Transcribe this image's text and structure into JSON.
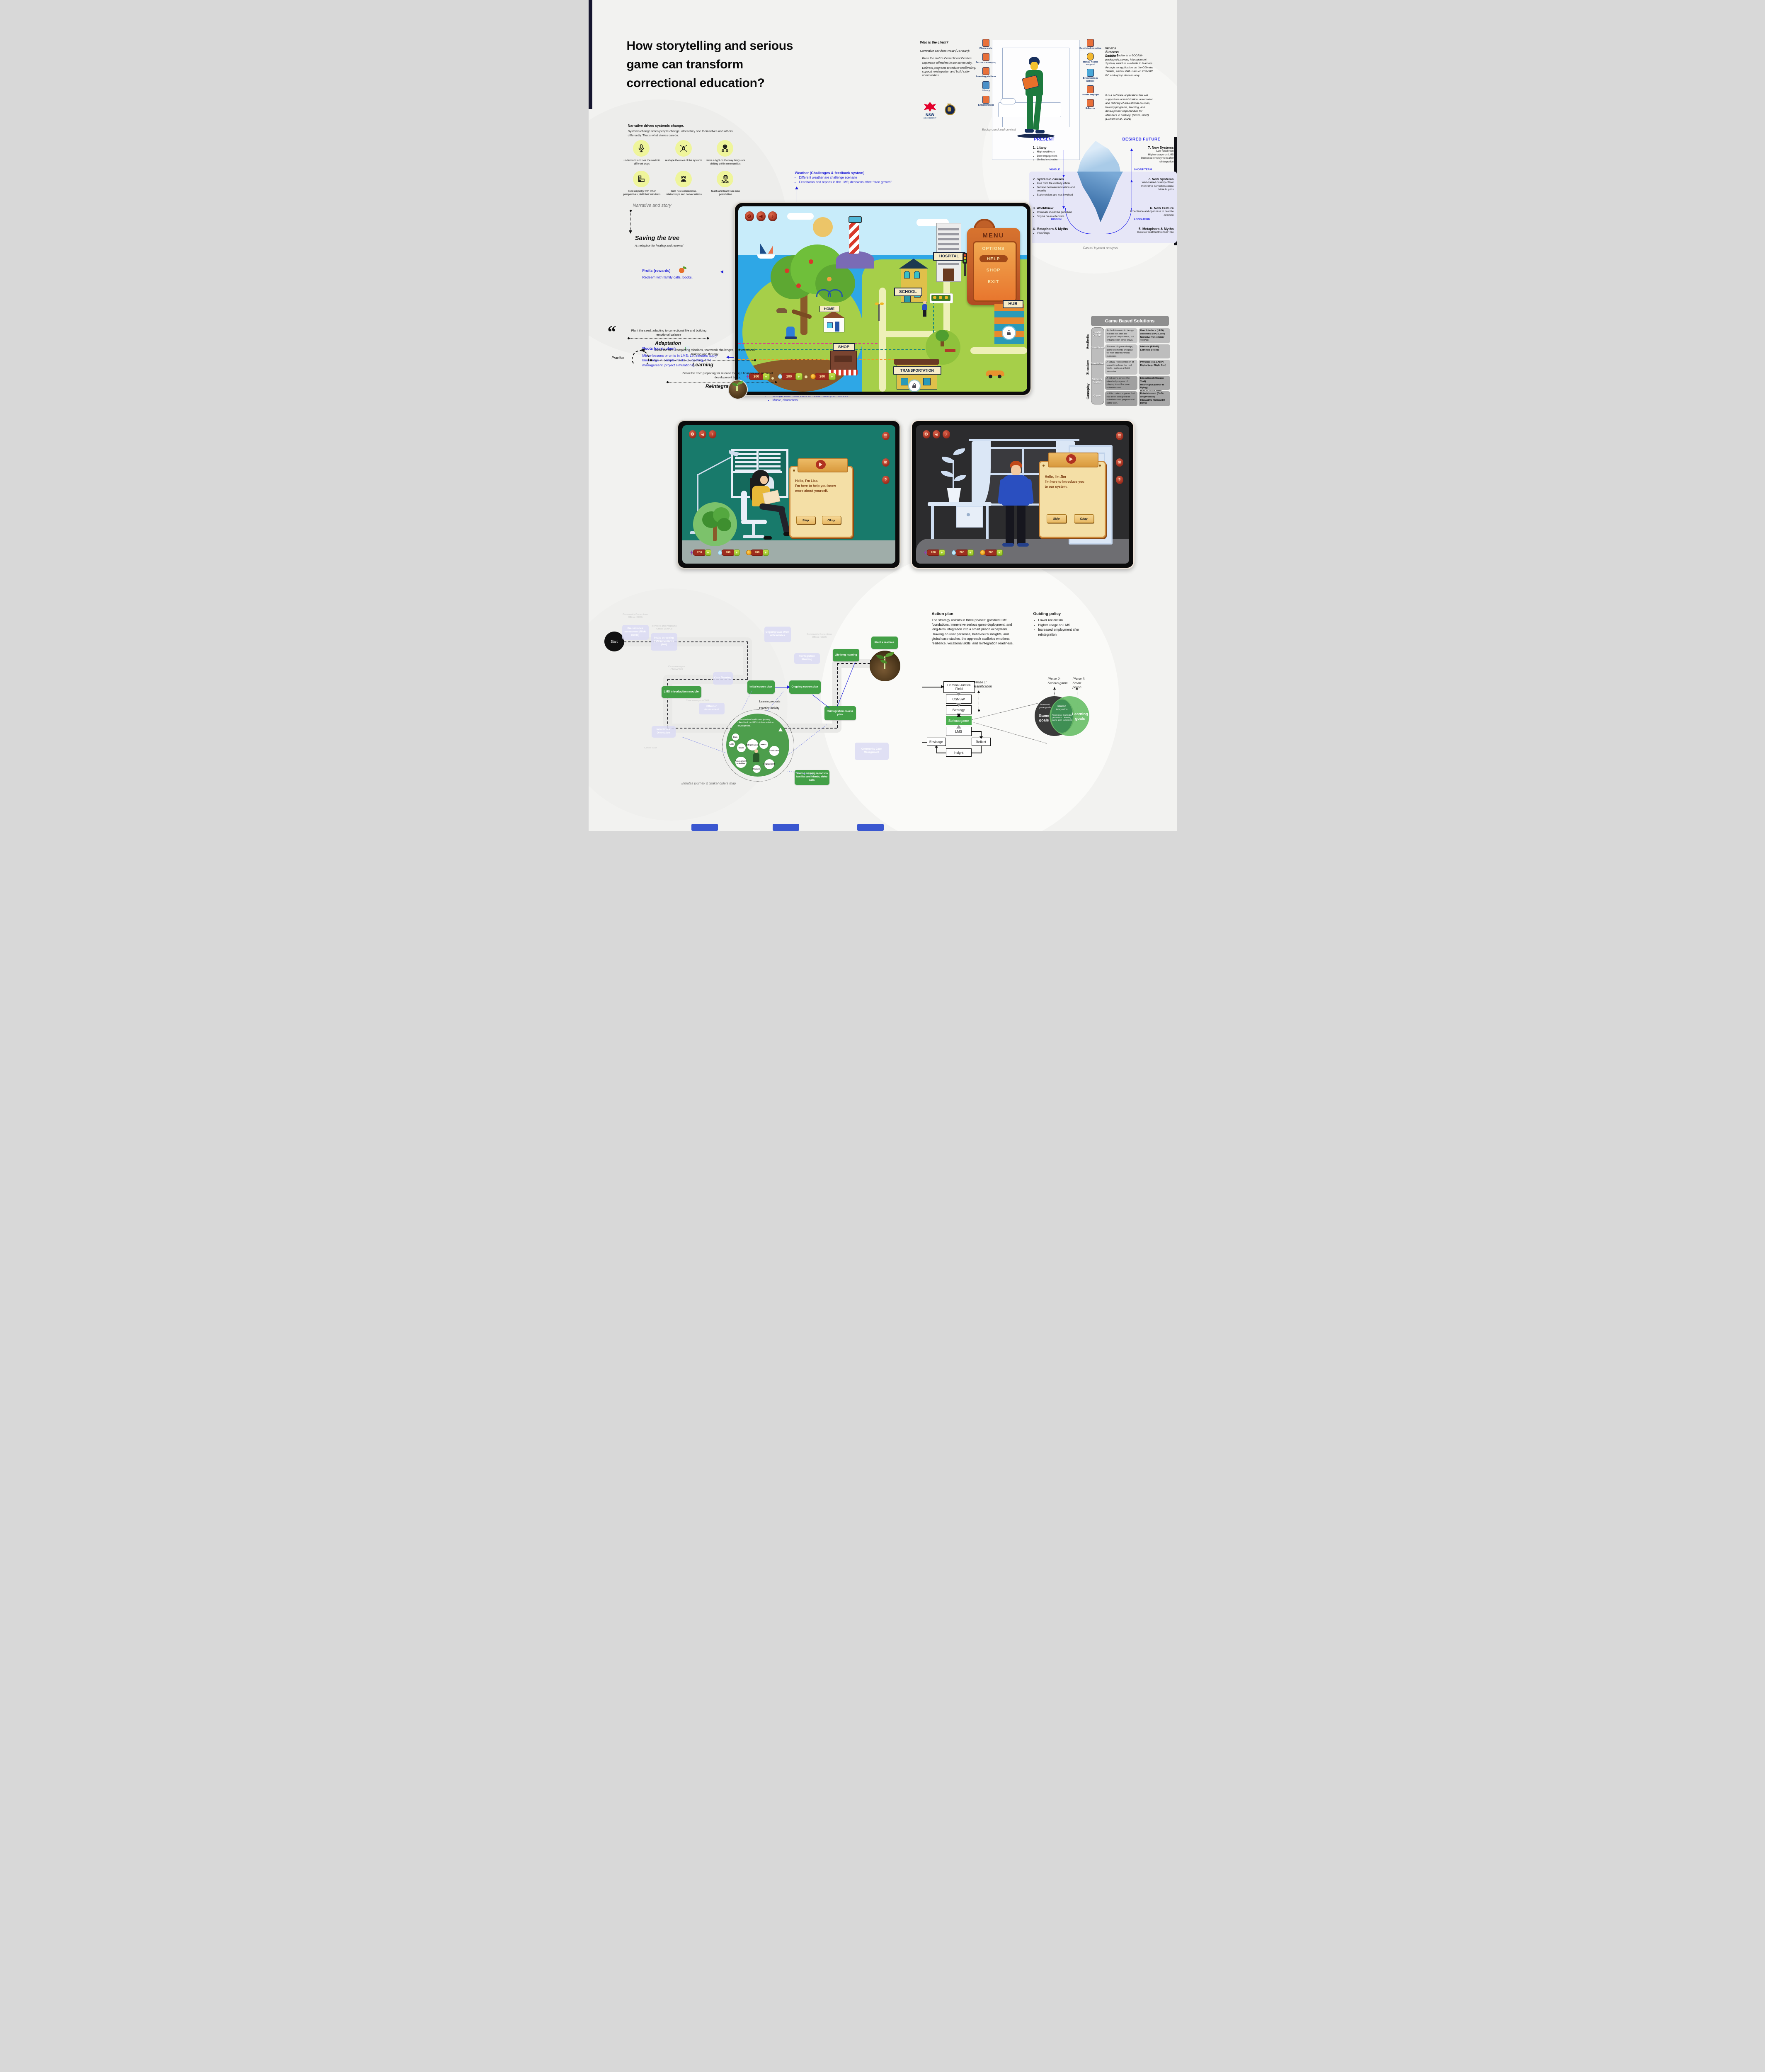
{
  "poster": {
    "title": "How storytelling and serious game can transform correctional education?"
  },
  "client": {
    "who_title": "Who is the client?",
    "org": "Corrective Services NSW (CSNSW):",
    "bullets": [
      "Runs the state's Correctional Centres.",
      "Supervise offenders in the community.",
      "Delivers programs to reduce reoffending, support reintegration and build safer communities."
    ],
    "left_services": [
      "Phone calls",
      "Secure messaging",
      "Learning platform",
      "Library",
      "Entertainment"
    ],
    "right_services": [
      "Restricted websites",
      "Mental health support",
      "Broadcasts & notices",
      "Inmate buy-ups",
      "E-Forms"
    ],
    "logo_nsw": "NSW",
    "logo_gov": "GOVERNMENT",
    "ladder_title": "What's Success Ladder?",
    "ladder_p1": "Success Ladder is a SCORM-packaged Learning Management System, which is available to learners through an application on the Offender Tablets, and to staff users on CSNSW PC and laptop devices only.",
    "ladder_p2": "It is a software application that will support the administration, automation and delivery of educational courses, training programs, learning, and development opportunities for offenders in custody. (Smith, 2022)(Lulham et al., 2021)",
    "caption": "Background and context"
  },
  "iceberg": {
    "present_label": "PRESENT",
    "future_label": "DESIRED FUTURE",
    "left": [
      {
        "h": "1. Litany",
        "items": [
          "High recidivism",
          "Low engagement",
          "Limited motivation"
        ]
      },
      {
        "h": "2. Systemic causes",
        "items": [
          "Bias from the custody officer",
          "Tension between innovation and security",
          "Stakeholders are less involved"
        ]
      },
      {
        "h": "3. Worldview",
        "items": [
          "Criminals should be punished",
          "Stigma on ex-offenders"
        ]
      },
      {
        "h": "4. Metaphors & Myths",
        "items": [
          "Virus/Bugs"
        ]
      }
    ],
    "right": [
      {
        "h": "7. New Systems",
        "items": [
          "Low recidivism",
          "Higher usage on LMS",
          "Increased employment after reintegration"
        ]
      },
      {
        "h": "7. New Systems",
        "items": [
          "Well-trained custody officer",
          "Innovative correction centre",
          "More buy-ins"
        ]
      },
      {
        "h": "6. New Culture",
        "items": [
          "Acceptance and openness to new life direction"
        ]
      },
      {
        "h": "5. Metaphors & Myths",
        "items": [
          "Curative treatment/School/Tree"
        ]
      }
    ],
    "visible": "VISIBLE",
    "hidden": "HIDDEN",
    "short_term": "SHORT-TERM",
    "long_term": "LONG-TERM",
    "caption": "Casual layered analysis"
  },
  "narrative": {
    "title": "Narrative drives systemic change.",
    "subtitle": "Systems change when people change: when they see themselves and others differently. That's what stories can do.",
    "items": [
      {
        "label": "understand and see the world in different ways"
      },
      {
        "label": "reshape the rules of the systems"
      },
      {
        "label": "shine a light on the way things are shifting within communities."
      },
      {
        "label": "build empathy with other perspectives; shift their mindsets"
      },
      {
        "label": "build new connections, relationships and conversations"
      },
      {
        "label": "teach and learn; see new possibilities"
      }
    ],
    "caption": "Narrative and story"
  },
  "saving": {
    "title": "Saving the tree",
    "subtitle": "A metaphor for healing and renewal"
  },
  "annotations": {
    "weather": {
      "title": "Weather (Challenges & feedback system)",
      "b1": "Different weather are challenge scenario",
      "b2": "Feedbacks and reports in the LMS; decisions affect “tree growth”"
    },
    "fruits": {
      "title": "Fruits (rewards)",
      "text": "Redeem with family calls, books."
    },
    "roots": {
      "title": "Roots (curriculum)",
      "text": "Micro-lessons or units in LMS; Let inmates apply knowledge in complex tasks (budgeting, time management, project simulations)"
    },
    "game_elements": {
      "title": "Game elements,",
      "b1": "energy, water, and coins to nourish and grow the tree",
      "b2": "Music, characters"
    }
  },
  "cycle": {
    "quote_mark": "“",
    "adaptation_quote": "Plant the seed: adapting to correctional life and building emotional balance",
    "adaptation_label": "Adaptation",
    "practice_label": "Practice",
    "learning_quote": "Grow the tree: completing missions, teamwork challenges, and vocational training and therapy",
    "learning_label": "Learning",
    "reintegration_quote": "Grow the tree: preparing for release through financial and personal development tasks.",
    "reintegration_label": "Reintegration"
  },
  "game_map": {
    "menu_title": "MENU",
    "menu_items": [
      "OPTIONS",
      "HELP",
      "SHOP",
      "EXIT"
    ],
    "signs": {
      "hospital": "HOSPITAL",
      "school": "SCHOOL",
      "home": "HOME",
      "shop": "SHOP",
      "transportation": "TRANSPORTATION",
      "hub": "HUB"
    },
    "resource_value": "200"
  },
  "solutions": {
    "title": "Game Based Solutions",
    "side": [
      "Aesthetic",
      "Structure",
      "Gameplay"
    ],
    "rows": [
      {
        "name": "Playful Design",
        "desc": "Embellishments to design that do not alter the \"physical\" experience, but enhance it in other ways.",
        "ex": [
          "User Interface (HUD)",
          "Aesthetic (RPG Look)",
          "Narrative Tone (Story Telling)"
        ]
      },
      {
        "name": "Gamification",
        "desc": "The use of game design, game elements and play for non-entertainment purposes",
        "ex": [
          "Intrinsic (RAMP)",
          "Extrinsic (Points",
          ""
        ]
      },
      {
        "name": "Simulation",
        "desc": "A virtual representation of something from the real world, such as a flight simulator.",
        "ex": [
          "Physical (e.g. LARP)",
          "Digital (e.g. Flight Sim)",
          ""
        ]
      },
      {
        "name": "Serious Game",
        "desc": "A full game where the intended purpose of playing is not for pure entertainment.",
        "ex": [
          "Educational (Oregon Trail)",
          "Meaningful (Darfur is Dying)",
          "Purposeful (FoldIt)"
        ]
      },
      {
        "name": "Game",
        "desc": "In this context a game that has been designed for entertainment purposes of some sort.",
        "ex": [
          "Entertainment (CoD)",
          "Art (Proteus)",
          "Interactive Fiction (80 Days)"
        ]
      }
    ]
  },
  "tablets": {
    "lisa": {
      "dialog": "Hello, I'm Lisa.\nI'm here to help you know\nmore about yourself.",
      "skip": "Skip",
      "okay": "Okay"
    },
    "jim": {
      "dialog": "Hello, I'm Jim\nI'm here to introduce you\nto our system.",
      "skip": "Skip",
      "okay": "Okay"
    }
  },
  "journey": {
    "start": "Start",
    "stakeholder_boxes": [
      "Pre-sentence assessment (Risk/ needs)",
      "Intake screening (referrals/service plan)",
      "Case Planning",
      "Ongoing Case Work with inmates",
      "Reintegration Planning",
      "Offender Assessment",
      "Induction & Orientation",
      "Community Case Management"
    ],
    "staff": [
      "Community Corrections Officer (CCO)",
      "Services and Programs Officer (SAPO)",
      "Case managers CMU+CMO",
      "Case managers CMU",
      "Centre Staff",
      "Community Corrections Officer (CCO)"
    ],
    "green_boxes": [
      "LMS introduction module",
      "Initial course plan",
      "Ongoing course plan",
      "Reintegration course plan",
      "Life-long learning",
      "Plant a real tree",
      "Sharing learning reports to families and friends, video calls"
    ],
    "note1": "Learning reports",
    "note2": "Practice activity",
    "hub_bullets": [
      "Personalised end-to-end journey.",
      "Feedback on LMS to inform solution development."
    ],
    "hub_bubbles": [
      "Data",
      "LMS",
      "Goals",
      "Categorisation",
      "Needs",
      "Curriculum",
      "Assessment/ Activities",
      "Engagement",
      "Rewards"
    ],
    "caption": "Inmates journey & Stakeholders map"
  },
  "action_plan": {
    "title": "Action plan",
    "text": "The strategy unfolds in three phases: gamified LMS foundations, immersive serious game deployment, and long-term integration into a smart prison ecosystem. Drawing on user personas, behavioural insights, and global case studies, the approach scaffolds emotional resilience, vocational skills, and reintegration readiness."
  },
  "guiding_policy": {
    "title": "Guiding policy",
    "bullets": [
      "Lower recidivism",
      "Higher usage on LMS",
      "Increased employment after reintegration"
    ]
  },
  "flow": {
    "boxes": [
      "Criminal Justice Field",
      "CSNSW",
      "Strategy",
      "Serious game",
      "LMS",
      "Envisage",
      "Reflect",
      "Insight"
    ],
    "phase1": "Phase 1:\nGamification",
    "phase2": "Phase 2:\nSerious game",
    "phase3": "Phase 3:\nSmart prison"
  },
  "venn": {
    "left_title": "Game goals",
    "left_note": "Transient game goals",
    "right_title": "Learning goals",
    "mid_title": "Intrinsic integration",
    "mid_left": "Progressive permanent game goal",
    "mid_right": "Scaffolded learning outcomes"
  }
}
